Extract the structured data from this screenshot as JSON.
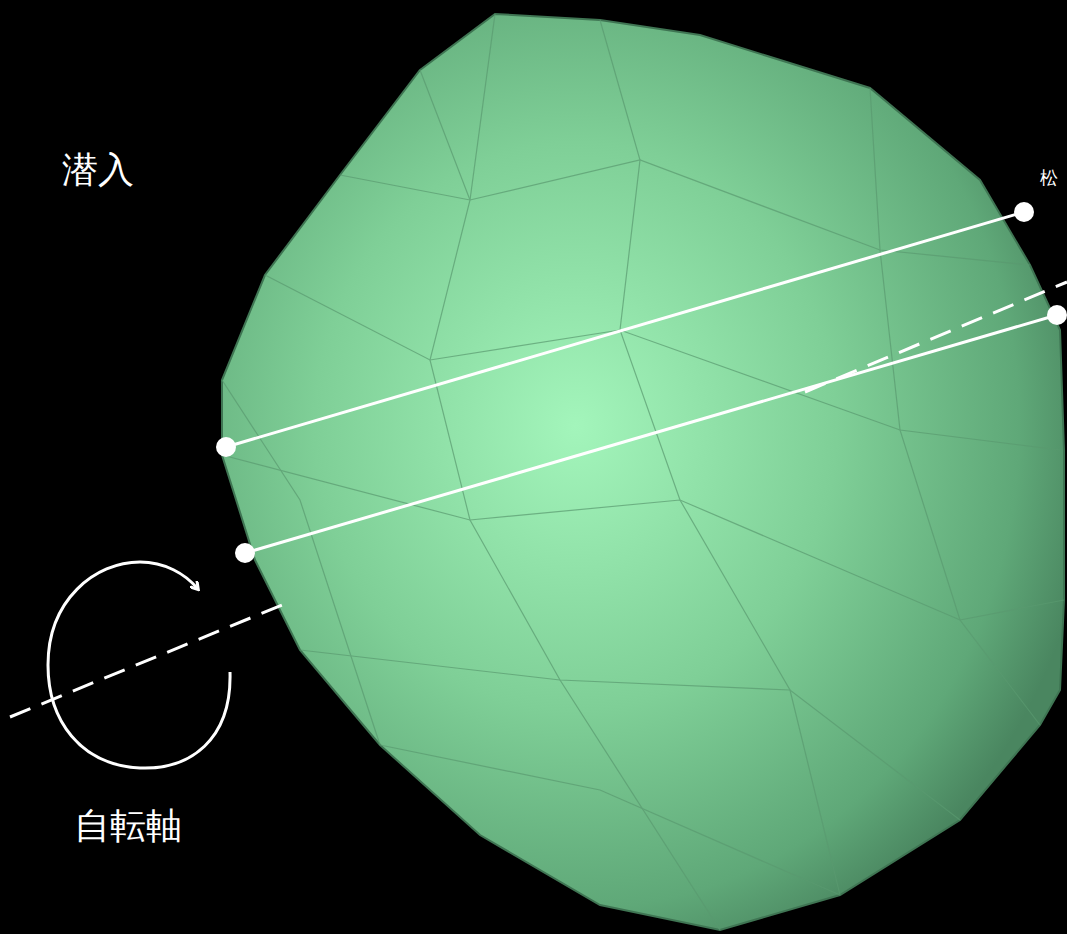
{
  "diagram": {
    "labels": [
      "潜入",
      "松",
      "自転軸"
    ]
  }
}
